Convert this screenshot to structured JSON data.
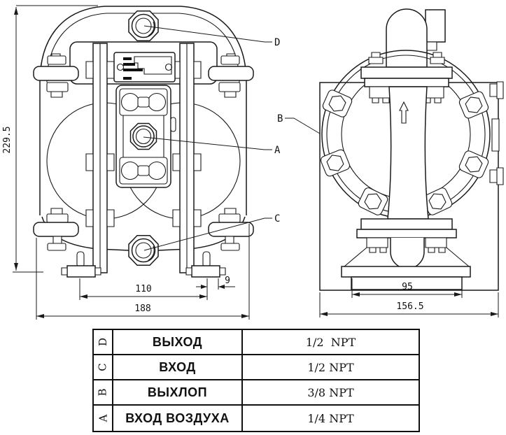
{
  "drawing": {
    "title": "air operated diaphragm pump dimensional drawing",
    "colors": {
      "line": "#1a1a1a",
      "background": "#ffffff"
    },
    "dims": {
      "height": "229.5",
      "foot_span": "110",
      "foot_offset": "9",
      "width": "188",
      "base": "95",
      "depth": "156.5"
    },
    "labels": {
      "a": "A",
      "b": "B",
      "c": "C",
      "d": "D"
    }
  },
  "table": {
    "rows": [
      {
        "key": "D",
        "name": "ВЫХОД",
        "size": "1/2  NPT"
      },
      {
        "key": "C",
        "name": "ВХОД",
        "size": "1/2 NPT"
      },
      {
        "key": "B",
        "name": "ВЫХЛОП",
        "size": "3/8 NPT"
      },
      {
        "key": "A",
        "name": "ВХОД ВОЗДУХА",
        "size": "1/4 NPT"
      }
    ]
  }
}
